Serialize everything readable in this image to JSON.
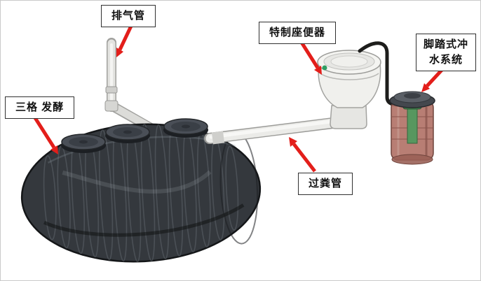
{
  "diagram": {
    "labels": {
      "vent_pipe": "排气管",
      "special_toilet": "特制座便器",
      "foot_flush_system": "脚踏式冲水系统",
      "three_chamber_tank": "三格 发酵",
      "manure_pipe": "过粪管"
    },
    "colors": {
      "arrow_red": "#e31e1a",
      "label_border": "#303030",
      "label_background": "#ffffff",
      "tank_body": "#34383d",
      "pipe_white": "#ebebe8",
      "canister_red": "#b07065"
    }
  }
}
